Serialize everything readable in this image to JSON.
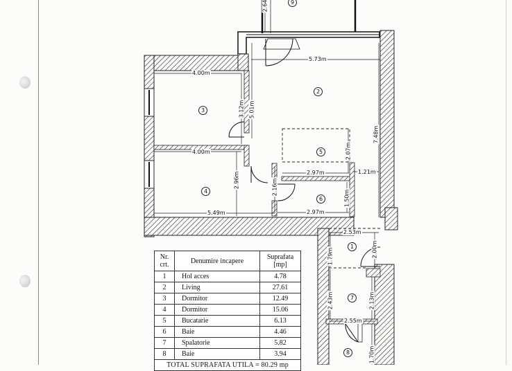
{
  "document": {
    "type": "floor-plan",
    "unit_label": "m"
  },
  "table": {
    "headers": {
      "nr": "Nr. crt.",
      "name": "Denumire incapere",
      "area": "Suprafata [mp]"
    },
    "rows": [
      {
        "nr": "1",
        "name": "Hol acces",
        "area": "4.78"
      },
      {
        "nr": "2",
        "name": "Living",
        "area": "27.61"
      },
      {
        "nr": "3",
        "name": "Dormitor",
        "area": "12.49"
      },
      {
        "nr": "4",
        "name": "Dormitor",
        "area": "15.06"
      },
      {
        "nr": "5",
        "name": "Bucatarie",
        "area": "6.13"
      },
      {
        "nr": "6",
        "name": "Baie",
        "area": "4.46"
      },
      {
        "nr": "7",
        "name": "Spalatorie",
        "area": "5.82"
      },
      {
        "nr": "8",
        "name": "Baie",
        "area": "3.94"
      }
    ],
    "total": "TOTAL SUPRAFATA UTILA = 80.29 mp"
  },
  "rooms": {
    "r1": "1",
    "r2": "2",
    "r3": "3",
    "r4": "4",
    "r5": "5",
    "r6": "6",
    "r7": "7",
    "r8": "8",
    "r9": "9"
  },
  "dimensions": {
    "balcony_h": "2.64",
    "living_w": "5.73m",
    "living_h": "7.48m",
    "living_left_h": "5.01m",
    "room3_w": "4.00m",
    "room3_h": "3.12m",
    "room4_top_w": "4.00m",
    "room4_h": "2.96m",
    "room4_bottom_w": "5.49m",
    "kitchen_w": "2.97m",
    "kitchen_h": "2.07m",
    "kitchen_side": "1.21m",
    "bath6_w": "2.97m",
    "bath6_h": "1.50m",
    "hall_h": "2.16m",
    "hol_w": "2.53m",
    "hol_h": "1.79m",
    "hol_door_h": "2.00m",
    "laundry_h": "2.43m",
    "laundry_right_h": "2.13m",
    "laundry_w": "2.55m",
    "bath8_h": "1.70m"
  }
}
